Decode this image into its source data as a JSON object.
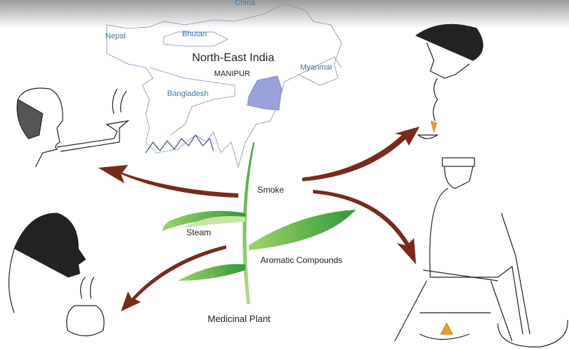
{
  "map": {
    "china": "China",
    "nepal": "Nepal",
    "bhutan": "Bhutan",
    "region": "North-East India",
    "state": "MANIPUR",
    "myanmar": "Myanmar",
    "bangladesh": "Bangladesh"
  },
  "plant": {
    "smoke": "Smoke",
    "steam": "Steam",
    "aromatic": "Aromatic Compounds",
    "title": "Medicinal Plant"
  },
  "colors": {
    "arrow": "#7a2a1a",
    "manipur": "#9aa3d8",
    "leaf": "#3aa63a",
    "map_label": "#3a78b5"
  }
}
